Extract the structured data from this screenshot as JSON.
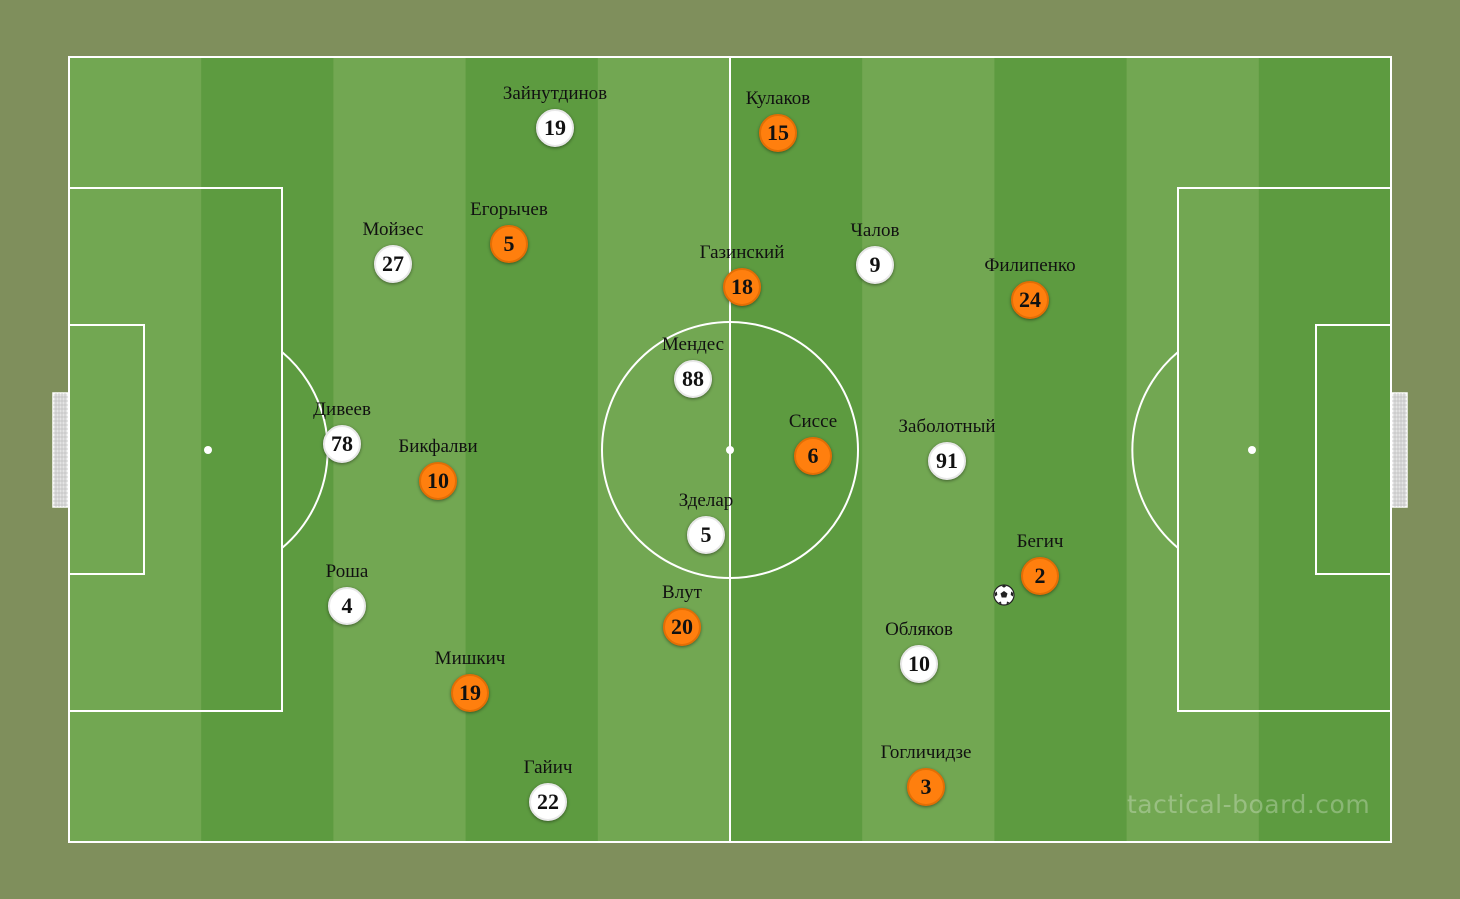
{
  "colors": {
    "background": "#7f8f5c",
    "stripe_light": "#72a752",
    "stripe_dark": "#5d9b40",
    "lines": "#ffffff",
    "team_home": "#ffffff",
    "team_away": "#ff7f0e"
  },
  "watermark": "tactical-board.com",
  "ball_icon": "soccer-ball-icon",
  "players": [
    {
      "id": "zaynutdinov",
      "name": "Зайнутдинов",
      "number": "19",
      "team": "white"
    },
    {
      "id": "kulakov",
      "name": "Кулаков",
      "number": "15",
      "team": "orange"
    },
    {
      "id": "moyzes",
      "name": "Мойзес",
      "number": "27",
      "team": "white"
    },
    {
      "id": "egorychev",
      "name": "Егорычев",
      "number": "5",
      "team": "orange"
    },
    {
      "id": "gazinskiy",
      "name": "Газинский",
      "number": "18",
      "team": "orange"
    },
    {
      "id": "chalov",
      "name": "Чалов",
      "number": "9",
      "team": "white"
    },
    {
      "id": "filipenko",
      "name": "Филипенко",
      "number": "24",
      "team": "orange"
    },
    {
      "id": "mendes",
      "name": "Мендес",
      "number": "88",
      "team": "white"
    },
    {
      "id": "diveev",
      "name": "Дивеев",
      "number": "78",
      "team": "white"
    },
    {
      "id": "bikfalvi",
      "name": "Бикфалви",
      "number": "10",
      "team": "orange"
    },
    {
      "id": "sisse",
      "name": "Сиссе",
      "number": "6",
      "team": "orange"
    },
    {
      "id": "zabolotny",
      "name": "Заболотный",
      "number": "91",
      "team": "white"
    },
    {
      "id": "zdelar",
      "name": "Зделар",
      "number": "5",
      "team": "white"
    },
    {
      "id": "begich",
      "name": "Бегич",
      "number": "2",
      "team": "orange"
    },
    {
      "id": "rosha",
      "name": "Роша",
      "number": "4",
      "team": "white"
    },
    {
      "id": "vlut",
      "name": "Влут",
      "number": "20",
      "team": "orange"
    },
    {
      "id": "oblyakov",
      "name": "Обляков",
      "number": "10",
      "team": "white"
    },
    {
      "id": "mishkich",
      "name": "Мишкич",
      "number": "19",
      "team": "orange"
    },
    {
      "id": "gaich",
      "name": "Гайич",
      "number": "22",
      "team": "white"
    },
    {
      "id": "goglichidze",
      "name": "Гогличидзе",
      "number": "3",
      "team": "orange"
    }
  ]
}
